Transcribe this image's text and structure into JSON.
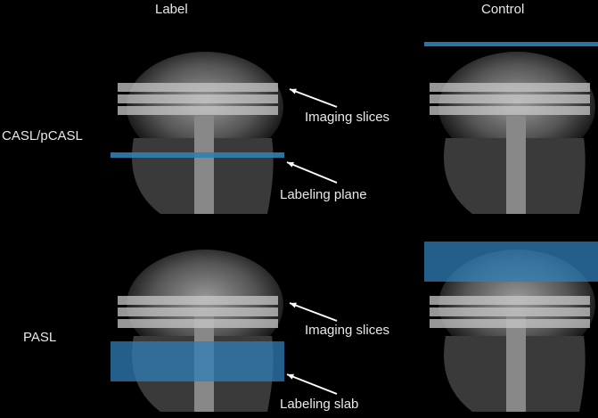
{
  "columns": {
    "label": "Label",
    "control": "Control"
  },
  "rows": {
    "casl": "CASL/pCASL",
    "pasl": "PASL"
  },
  "annotations": {
    "casl_slices": "Imaging slices",
    "casl_plane": "Labeling plane",
    "pasl_slices": "Imaging slices",
    "pasl_slab": "Labeling slab"
  },
  "colors": {
    "label_blue": "#2f7fb5",
    "slice": "#c8c8c8"
  }
}
